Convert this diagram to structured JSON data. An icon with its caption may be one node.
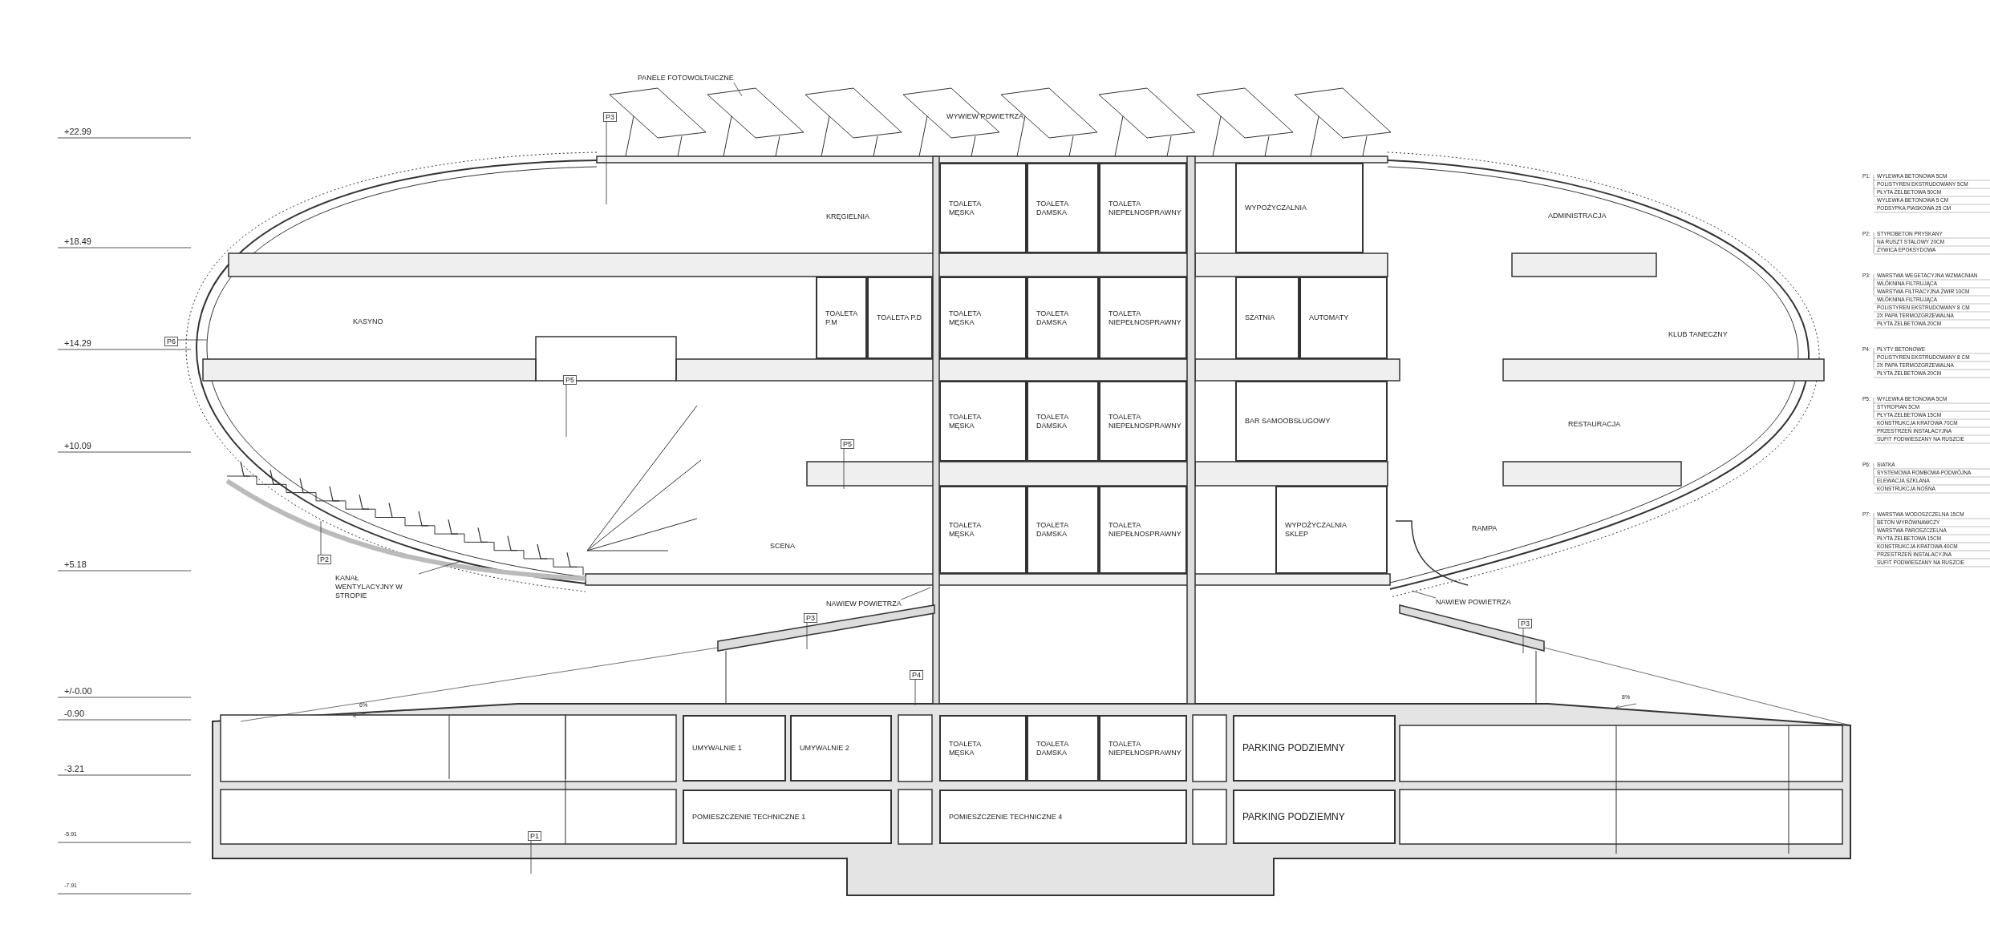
{
  "diagram": {
    "nodes": [
      {
        "text": [
          "KRĘGIELNIA"
        ]
      },
      {
        "text": [
          "TOALETA MĘSKA"
        ]
      },
      {
        "text": [
          "TOALETA DAMSKA"
        ]
      },
      {
        "text": [
          "TOALETA NIEPEŁNOSPRAWNY"
        ]
      },
      {
        "text": [
          "WYPOŻYCZALNIA"
        ]
      },
      {
        "text": [
          "ADMINISTRACJA"
        ]
      },
      {
        "text": [
          "KASYNO"
        ]
      },
      {
        "text": [
          "TOALETA P.M"
        ]
      },
      {
        "text": [
          "TOALETA P.D"
        ]
      },
      {
        "text": [
          "TOALETA MĘSKA"
        ]
      },
      {
        "text": [
          "TOALETA DAMSKA"
        ]
      },
      {
        "text": [
          "TOALETA NIEPEŁNOSPRAWNY"
        ]
      },
      {
        "text": [
          "SZATNIA"
        ]
      },
      {
        "text": [
          "AUTOMATY"
        ]
      },
      {
        "text": [
          "KLUB TANECZNY"
        ]
      },
      {
        "text": [
          "TOALETA MĘSKA"
        ]
      },
      {
        "text": [
          "TOALETA DAMSKA"
        ]
      },
      {
        "text": [
          "TOALETA NIEPEŁNOSPRAWNY"
        ]
      },
      {
        "text": [
          "BAR SAMOOBSŁUGOWY"
        ]
      },
      {
        "text": [
          "RESTAURACJA"
        ]
      },
      {
        "text": [
          "SCENA"
        ]
      },
      {
        "text": [
          "TOALETA MĘSKA"
        ]
      },
      {
        "text": [
          "TOALETA DAMSKA"
        ]
      },
      {
        "text": [
          "TOALETA NIEPEŁNOSPRAWNY"
        ]
      },
      {
        "text": [
          "WYPOŻYCZALNIA SKLEP"
        ]
      },
      {
        "text": [
          "RAMPA"
        ]
      },
      {
        "text": [
          "UMYWALNIE 1"
        ]
      },
      {
        "text": [
          "UMYWALNIE 2"
        ]
      },
      {
        "text": [
          "TOALETA MĘSKA"
        ]
      },
      {
        "text": [
          "TOALETA DAMSKA"
        ]
      },
      {
        "text": [
          "TOALETA NIEPEŁNOSPRAWNY"
        ]
      },
      {
        "text": [
          "PARKING PODZIEMNY"
        ]
      },
      {
        "text": [
          "POMIESZCZENIE TECHNICZNE 1"
        ]
      },
      {
        "text": [
          "POMIESZCZENIE TECHNICZNE 4"
        ]
      },
      {
        "text": [
          "PARKING PODZIEMNY"
        ]
      },
      {
        "text": [
          "PANELE FOTOWOLTAICZNE"
        ]
      },
      {
        "text": [
          "P3"
        ]
      },
      {
        "text": [
          "P5"
        ]
      },
      {
        "text": [
          "P6"
        ]
      },
      {
        "text": [
          "P5"
        ]
      },
      {
        "text": [
          "P2"
        ]
      },
      {
        "text": [
          "KANAŁ WENTYLACYJNY W STROPIE"
        ]
      },
      {
        "text": [
          "NAWIEW POWIETRZA"
        ]
      },
      {
        "text": [
          "P3"
        ]
      },
      {
        "text": [
          "NAWIEW POWIETRZA"
        ]
      },
      {
        "text": [
          "P3"
        ]
      },
      {
        "text": [
          "P4"
        ]
      },
      {
        "text": [
          "P1"
        ]
      }
    ],
    "edges": [
      {
        "from": 35,
        "to": null,
        "arrow": "none"
      },
      {
        "from": 36,
        "to": null,
        "arrow": "none"
      },
      {
        "from": 37,
        "to": null,
        "arrow": "none"
      },
      {
        "from": 38,
        "to": null,
        "arrow": "none"
      },
      {
        "from": 39,
        "to": null,
        "arrow": "none"
      },
      {
        "from": 40,
        "to": null,
        "arrow": "none"
      },
      {
        "from": 41,
        "to": null,
        "arrow": "none"
      },
      {
        "from": 42,
        "to": null,
        "arrow": "none"
      },
      {
        "from": 43,
        "to": null,
        "arrow": "none"
      },
      {
        "from": 44,
        "to": null,
        "arrow": "none"
      },
      {
        "from": 45,
        "to": null,
        "arrow": "none"
      },
      {
        "from": 46,
        "to": null,
        "arrow": "none"
      },
      {
        "from": 47,
        "to": null,
        "arrow": "none"
      }
    ],
    "labels": [
      "+22.99",
      "+18.49",
      "+14.29",
      "+10.09",
      "+5.18",
      "+/-0.00",
      "-0.90",
      "-3.21",
      "-5.91",
      "-7.91",
      "WYWIEW POWIETRZA",
      "6%",
      "8%",
      "P1:",
      "WYLEWKA BETONOWA 5CM",
      "POLISTYREN EKSTRUDOWANY 5CM",
      "PŁYTA ŻELBETOWA 50CM",
      "WYLEWKA BETONOWA 5 CM",
      "PODSYPKA PIASKOWA 25 CM",
      "P2:",
      "STYROBETON PRYSKANY",
      "NA RUSZT STALOWY 20CM",
      "ŻYWICA EPOKSYDOWA",
      "P3:",
      "WARSTWA WEGETACYJNA WZMACNIAN",
      "WŁÓKNINA FILTRUJĄCA",
      "WARSTWA FILTRACYJNA ŻWIR 10CM",
      "WŁÓKNINA FILTRUJĄCA",
      "POLISTYREN EKSTRUDOWANY 8 CM",
      "2X PAPA TERMOZGRZEWALNA",
      "PŁYTA ŻELBETOWA 20CM",
      "P4:",
      "PŁYTY BETONOWE",
      "POLISTYREN EKSTRUDOWANY 8 CM",
      "2X PAPA TERMOZGRZEWALNA",
      "PŁYTA ŻELBETOWA 20CM",
      "P5:",
      "WYLEWKA BETONOWA 5CM",
      "STYROPIAN 5CM",
      "PŁYTA ŻELBETOWA 15CM",
      "KONSTRUKCJA KRATOWA 70CM",
      "PRZESTRZEŃ INSTALACYJNA",
      "SUFIT PODWIESZANY NA RUSZCIE",
      "P6:",
      "SIATKA",
      "SYSTEMOWA ROMBOWA PODWÓJNA",
      "ELEWACJA SZKLANA",
      "KONSTRUKCJA NOŚNA",
      "P7:",
      "WARSTWA WODOSZCZELNA 15CM",
      "BETON WYRÓWNAWCZY",
      "WARSTWA PAROSZCZELNA",
      "PŁYTA ŻELBETOWA 15CM",
      "KONSTRUKCJA KRATOWA 40CM",
      "PRZESTRZEŃ INSTALACYJNA",
      "SUFIT PODWIESZANY NA RUSZCIE"
    ]
  }
}
